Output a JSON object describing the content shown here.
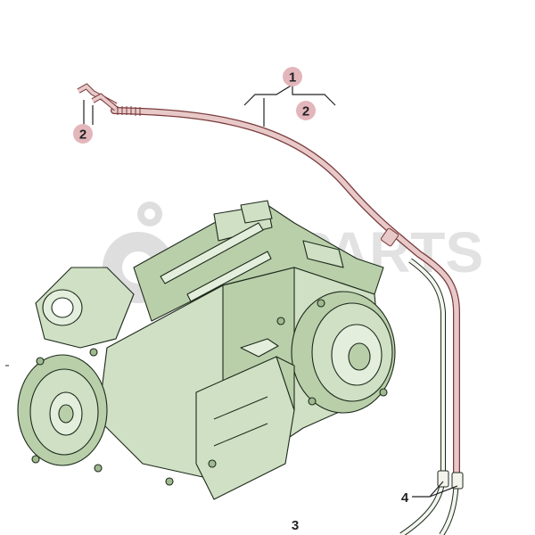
{
  "diagram": {
    "callouts": [
      {
        "id": "c1",
        "label": "1",
        "highlighted": true
      },
      {
        "id": "c2-top",
        "label": "2",
        "highlighted": true
      },
      {
        "id": "c2-left",
        "label": "2",
        "highlighted": true
      },
      {
        "id": "c3",
        "label": "3",
        "highlighted": false
      },
      {
        "id": "c4",
        "label": "4",
        "highlighted": false
      }
    ],
    "watermark": "PARTS",
    "colors": {
      "housing": "#cfe0c4",
      "pipe": "#e8c9c9",
      "pipe_outline": "#7a3a3a",
      "callout_highlight": "#e2b6bb",
      "watermark": "#d9d9d9"
    }
  }
}
